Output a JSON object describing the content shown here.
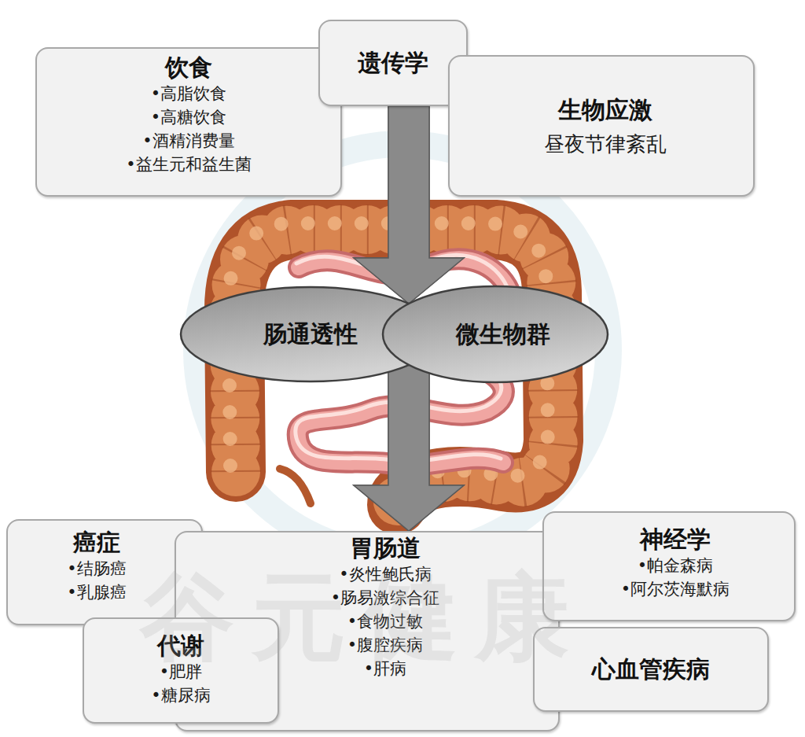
{
  "diagram": {
    "nodes": [
      {
        "text": [
          "饮食",
          "•高脂饮食",
          "•高糖饮食",
          "•酒精消费量",
          "•益生元和益生菌"
        ]
      },
      {
        "text": [
          "遗传学"
        ]
      },
      {
        "text": [
          "生物应激",
          "昼夜节律紊乱"
        ]
      },
      {
        "text": [
          "肠通透性"
        ]
      },
      {
        "text": [
          "微生物群"
        ]
      },
      {
        "text": [
          "癌症",
          "•结肠癌",
          "•乳腺癌"
        ]
      },
      {
        "text": [
          "胃肠道",
          "•炎性鲍氏病",
          "•肠易激综合征",
          "•食物过敏",
          "•腹腔疾病",
          "•肝病"
        ]
      },
      {
        "text": [
          "神经学",
          "•帕金森病",
          "•阿尔茨海默病"
        ]
      },
      {
        "text": [
          "代谢",
          "•肥胖",
          "•糖尿病"
        ]
      },
      {
        "text": [
          "心血管疾病"
        ]
      }
    ],
    "edges": [
      {
        "from": 1,
        "to": 3,
        "arrow": "to"
      },
      {
        "from": 1,
        "to": 4,
        "arrow": "to"
      },
      {
        "from": 3,
        "to": 6,
        "arrow": "to"
      },
      {
        "from": 4,
        "to": 6,
        "arrow": "to"
      }
    ],
    "labels": [
      "谷元健康"
    ]
  }
}
